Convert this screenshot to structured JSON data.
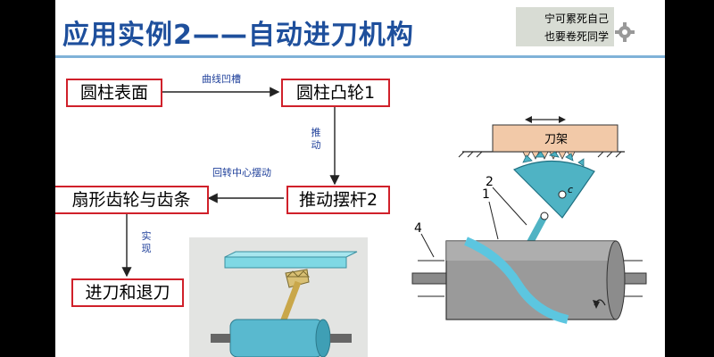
{
  "slide": {
    "title": "应用实例2——自动进刀机构",
    "watermark_line1": "宁可累死自己",
    "watermark_line2": "也要卷死同学"
  },
  "flow": {
    "nodes": {
      "cylinder_surface": "圆柱表面",
      "cylindrical_cam": "圆柱凸轮1",
      "pushing_lever": "推动摆杆2",
      "sector_gear_rack": "扇形齿轮与齿条",
      "feed_retract": "进刀和退刀"
    },
    "edges": {
      "curve_groove": "曲线凹槽",
      "push": "推动",
      "swing": "回转中心摆动",
      "realize": "实现"
    }
  },
  "mechanism": {
    "tool_rest_label": "刀架",
    "part_1": "1",
    "part_2": "2",
    "part_4": "4",
    "point_c": "c"
  },
  "colors": {
    "title": "#1e4f9c",
    "box_border": "#d0202a",
    "label": "#1e3f9a",
    "gear": "#4fb3c4",
    "tool_rest": "#f2c9a8"
  }
}
